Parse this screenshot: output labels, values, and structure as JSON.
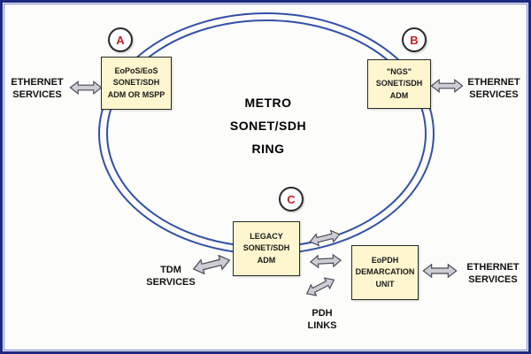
{
  "diagram": {
    "center_label": {
      "line1": "METRO",
      "line2": "SONET/SDH",
      "line3": "RING"
    },
    "nodes": {
      "a": {
        "badge": "A",
        "line1": "EoPoS/EoS",
        "line2": "SONET/SDH",
        "line3": "ADM OR MSPP"
      },
      "b": {
        "badge": "B",
        "line1": "\"NGS\"",
        "line2": "SONET/SDH",
        "line3": "ADM"
      },
      "c": {
        "badge": "C",
        "line1": "LEGACY",
        "line2": "SONET/SDH",
        "line3": "ADM"
      },
      "eopdh": {
        "line1": "EoPDH",
        "line2": "DEMARCATION",
        "line3": "UNIT"
      }
    },
    "labels": {
      "ethernet_left": {
        "line1": "ETHERNET",
        "line2": "SERVICES"
      },
      "ethernet_right_top": {
        "line1": "ETHERNET",
        "line2": "SERVICES"
      },
      "ethernet_right_bottom": {
        "line1": "ETHERNET",
        "line2": "SERVICES"
      },
      "tdm": {
        "line1": "TDM",
        "line2": "SERVICES"
      },
      "pdh": {
        "line1": "PDH",
        "line2": "LINKS"
      }
    },
    "colors": {
      "ring_stroke": "#3350a8",
      "box_fill": "#fdf6cf",
      "badge_letter": "#c42127",
      "arrow_fill": "#cdcdd6",
      "frame_border": "#1b2a80"
    }
  }
}
